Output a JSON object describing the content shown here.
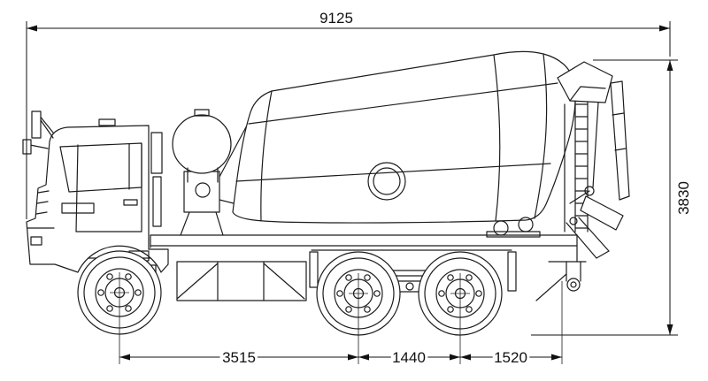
{
  "canvas": {
    "background_color": "#ffffff",
    "line_color": "#1c1c1c",
    "dimension_color": "#111111"
  },
  "drawing": {
    "subject": "truck-mounted concrete mixer, side view technical drawing",
    "dimensions": {
      "overall_length": "9125",
      "overall_height": "3830",
      "front_axle_to_first_rear_axle": "3515",
      "rear_tandem_axle_spacing": "1440",
      "second_rear_axle_to_rear_point": "1520"
    }
  }
}
